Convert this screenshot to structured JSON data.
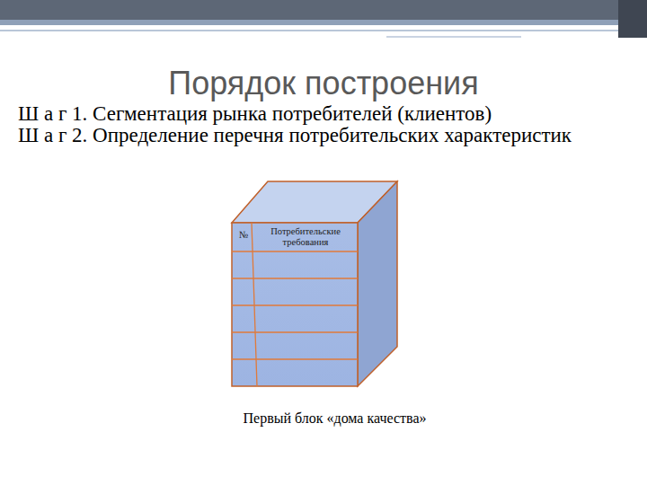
{
  "diagram": {
    "title": "Порядок построения",
    "caption": "Первый блок «дома качества»",
    "nodes": [
      {
        "text": [
          "№",
          "Потребительские требования"
        ]
      }
    ],
    "labels": [
      "Ш а г 1. Сегментация рынка потребителей (клиентов)",
      "Ш а г 2. Определение перечня потребительских характеристик"
    ]
  }
}
